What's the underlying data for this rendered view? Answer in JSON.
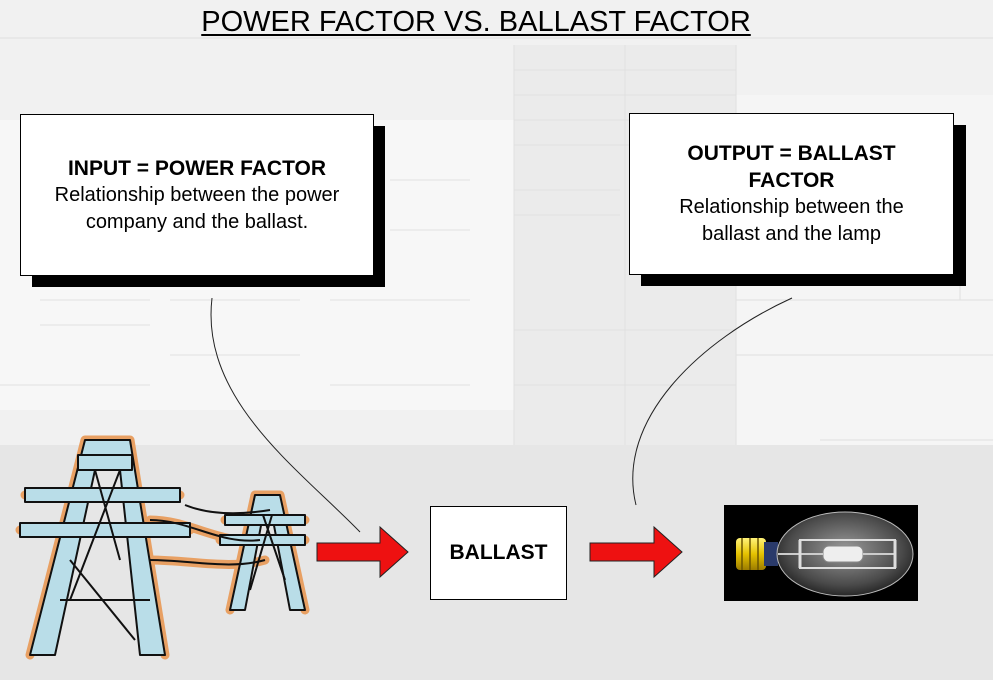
{
  "title": "POWER FACTOR VS. BALLAST FACTOR",
  "input_box": {
    "heading": "INPUT = POWER FACTOR",
    "body": "Relationship between the power company and the ballast."
  },
  "output_box": {
    "heading": "OUTPUT = BALLAST FACTOR",
    "body": "Relationship between the ballast and the lamp"
  },
  "ballast_label": "BALLAST",
  "colors": {
    "arrow": "#ee1111",
    "tower_fill": "#b9dde8",
    "tower_outline": "#e8a063",
    "lamp_bg": "#000000"
  },
  "icons": [
    "power-tower-icon",
    "lamp-bulb-icon",
    "right-arrow-icon"
  ]
}
